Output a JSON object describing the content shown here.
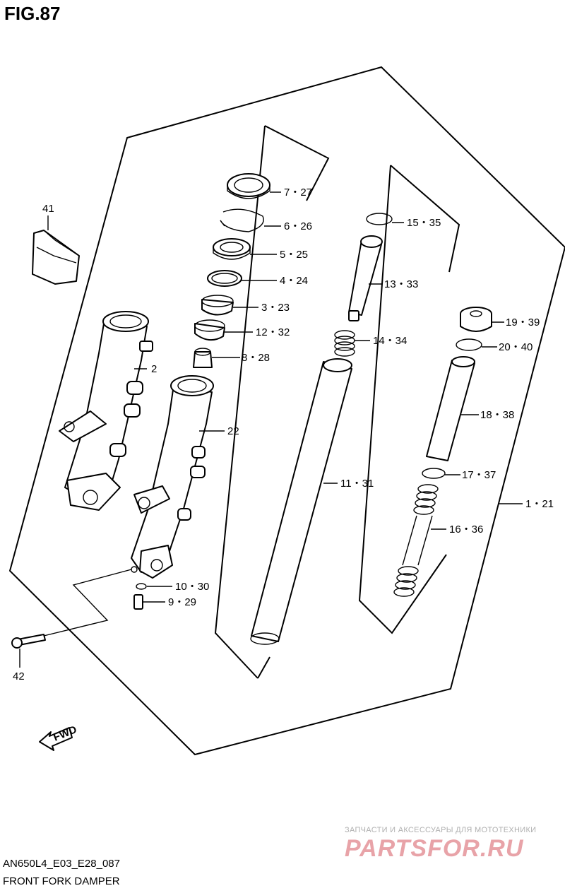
{
  "figure": {
    "title": "FIG.87",
    "model_code": "AN650L4_E03_E28_087",
    "caption": "FRONT FORK DAMPER",
    "fwd_arrow_text": "FWD"
  },
  "watermark": {
    "subtitle": "ЗАПЧАСТИ И АКСЕССУАРЫ ДЛЯ МОТОТЕХНИКИ",
    "brand": "PARTSFOR.RU"
  },
  "callouts": {
    "c41": "41",
    "c2": "2",
    "c22": "22",
    "c7_27": "7・27",
    "c6_26": "6・26",
    "c5_25": "5・25",
    "c4_24": "4・24",
    "c3_23": "3・23",
    "c12_32": "12・32",
    "c8_28": "8・28",
    "c15_35": "15・35",
    "c13_33": "13・33",
    "c14_34": "14・34",
    "c11_31": "11・31",
    "c19_39": "19・39",
    "c20_40": "20・40",
    "c18_38": "18・38",
    "c17_37": "17・37",
    "c1_21": "1・21",
    "c16_36": "16・36",
    "c10_30": "10・30",
    "c9_29": "9・29",
    "c42": "42"
  }
}
